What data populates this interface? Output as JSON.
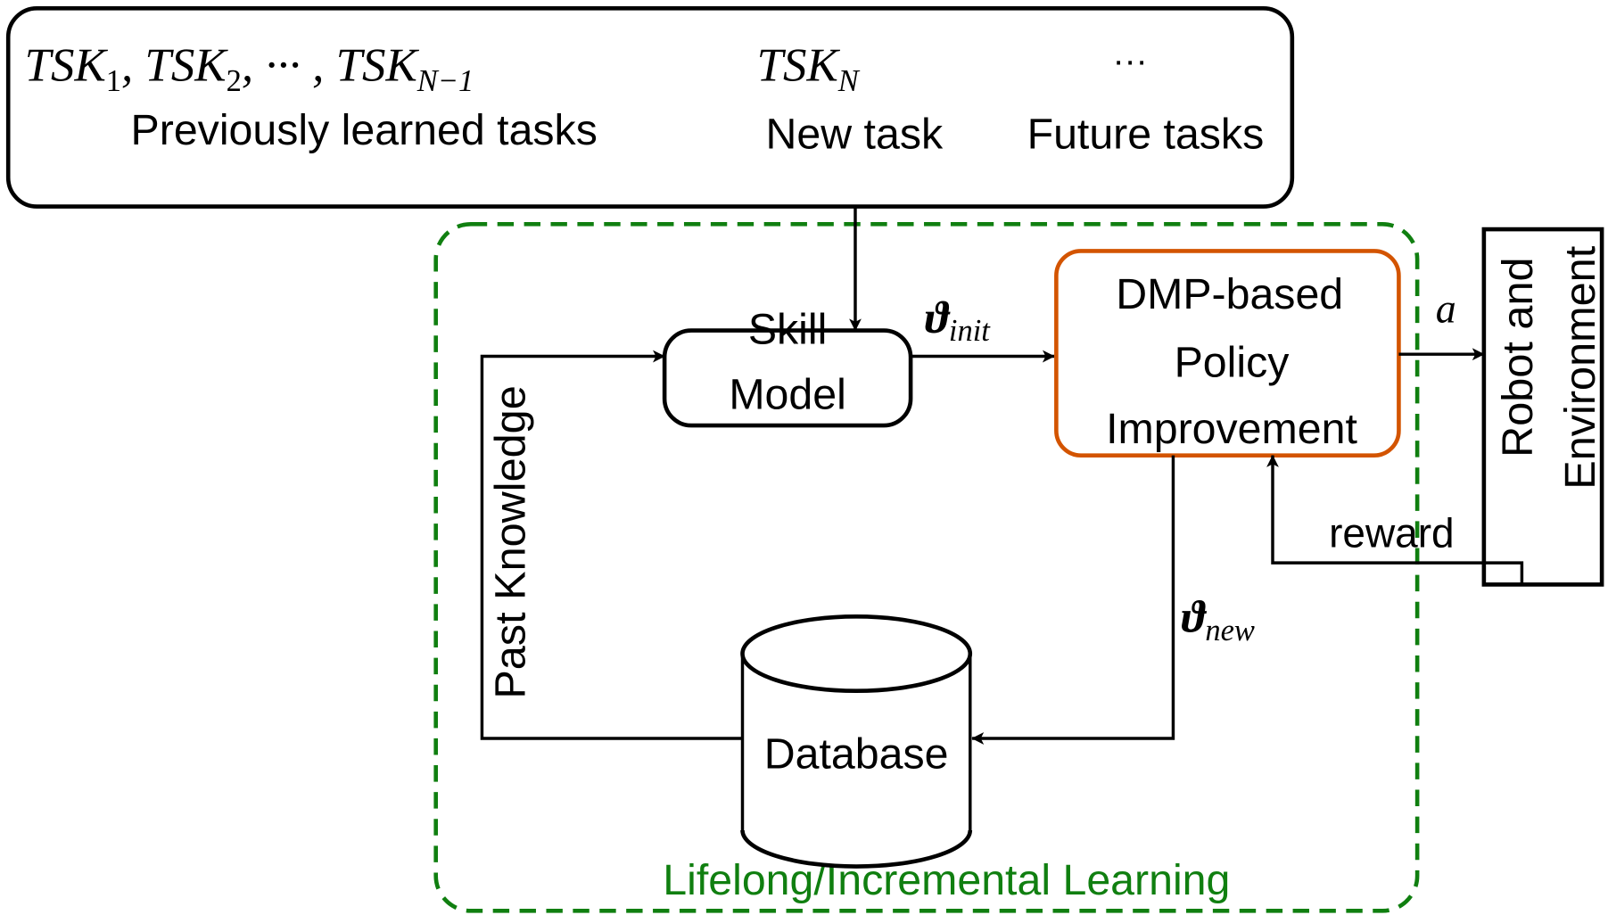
{
  "colors": {
    "ink": "#000000",
    "lifelong_green": "#107f10",
    "policy_orange": "#d35400",
    "background": "#ffffff"
  },
  "tasks_box": {
    "previous": {
      "math_parts": [
        "TSK",
        "1",
        ", TSK",
        "2",
        ", ··· , TSK",
        "N−1"
      ],
      "label": "Previously learned tasks"
    },
    "new": {
      "math_parts": [
        "TSK",
        "N"
      ],
      "label": "New task"
    },
    "future": {
      "math": "···",
      "label": "Future tasks"
    }
  },
  "lifelong_region": {
    "label": "Lifelong/Incremental Learning"
  },
  "skill_model": {
    "line1": "Skill",
    "line2": "Model"
  },
  "policy_improvement": {
    "line1": "DMP-based",
    "line2": "Policy",
    "line3": "Improvement"
  },
  "robot_env": {
    "line1": "Robot and",
    "line2": "Environment"
  },
  "database": {
    "label": "Database"
  },
  "edges": {
    "theta_init": {
      "symbol": "ϑ",
      "subscript": "init"
    },
    "theta_new": {
      "symbol": "ϑ",
      "subscript": "new"
    },
    "action": "a",
    "reward": "reward",
    "past_knowledge": "Past Knowledge"
  }
}
